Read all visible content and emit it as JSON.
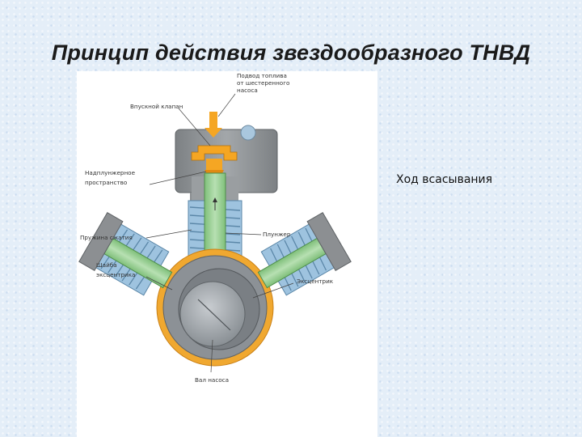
{
  "slide": {
    "title": "Принцип действия звездообразного ТНВД",
    "stroke_label": "Ход всасывания"
  },
  "diagram": {
    "labels": {
      "fuel_supply_line1": "Подвод топлива",
      "fuel_supply_line2": "от шестеренного",
      "fuel_supply_line3": "насоса",
      "inlet_valve": "Впускной клапан",
      "above_plunger_line1": "Надплунжерное",
      "above_plunger_line2": "пространство",
      "compression_spring": "Пружина сжатия",
      "plunger": "Плунжер",
      "eccentric_washer_line1": "Шайба",
      "eccentric_washer_line2": "эксцентрика",
      "eccentric": "Эксцентрик",
      "pump_shaft": "Вал насоса"
    },
    "colors": {
      "housing": "#8c8f92",
      "spring_blue": "#9ec3df",
      "plunger_green": "#9fcf9a",
      "washer_orange": "#f0a830",
      "fuel_orange": "#f5a623",
      "shaft_grey": "#9da2a6"
    }
  }
}
